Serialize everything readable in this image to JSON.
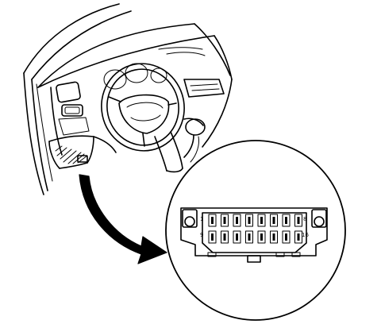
{
  "connector": {
    "pin_label_1": "1",
    "pin_label_8": "8",
    "pin_label_9": "9",
    "pin_label_16": "16",
    "pins_per_row": 8,
    "rows": 2
  },
  "colors": {
    "line": "#000000",
    "background": "#ffffff"
  }
}
